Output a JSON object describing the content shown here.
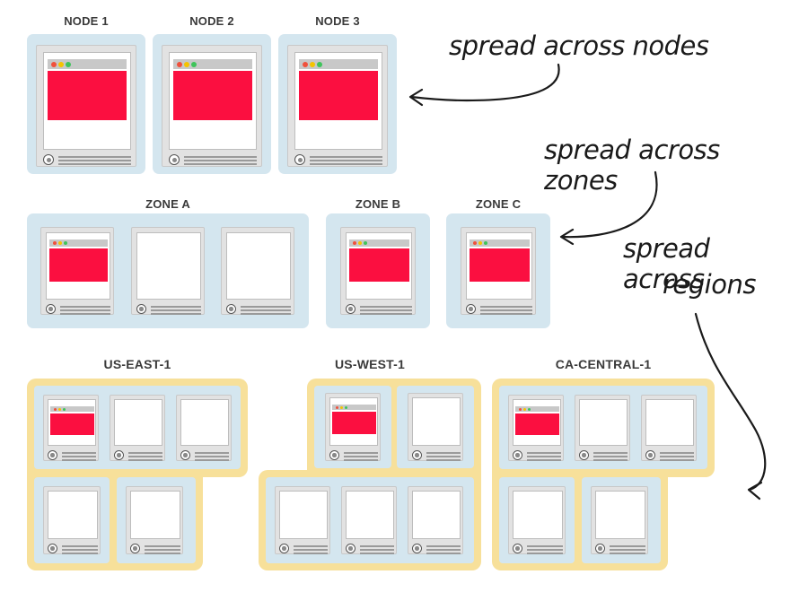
{
  "nodes_row": {
    "labels": [
      "NODE 1",
      "NODE 2",
      "NODE 3"
    ]
  },
  "zones_row": {
    "labels": [
      "ZONE A",
      "ZONE B",
      "ZONE C"
    ]
  },
  "regions_row": {
    "labels": [
      "US-EAST-1",
      "US-WEST-1",
      "CA-CENTRAL-1"
    ]
  },
  "annotations": {
    "nodes": "spread across nodes",
    "zones": "spread across zones",
    "regions_line1": "spread across",
    "regions_line2": "regions"
  },
  "colors": {
    "node_box": "#d4e6ef",
    "region_box": "#f7e09a",
    "app_window": "#fb0f40",
    "server": "#e2e2e2"
  },
  "icons": [
    "gear-icon",
    "window-dots-icon",
    "curved-arrow-icon"
  ]
}
